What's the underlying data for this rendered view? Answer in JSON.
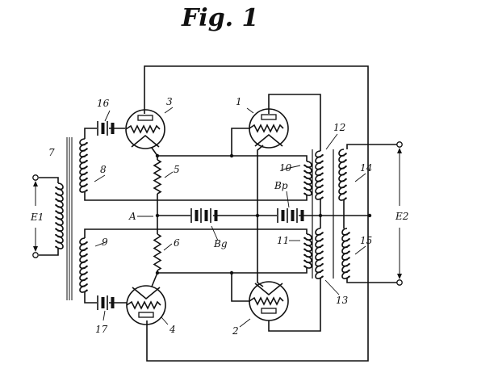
{
  "title": "Fig. 1",
  "labels": {
    "tube_1": "1",
    "tube_2": "2",
    "tube_3": "3",
    "tube_4": "4",
    "resistor_5": "5",
    "resistor_6": "6",
    "transformer_7": "7",
    "coil_8": "8",
    "coil_9": "9",
    "coil_10": "10",
    "coil_11": "11",
    "coil_12": "12",
    "coil_13": "13",
    "coil_14": "14",
    "coil_15": "15",
    "battery_16": "16",
    "battery_17": "17",
    "node_a": "A",
    "battery_bg": "Bg",
    "battery_bp": "Bp",
    "input_e1": "E1",
    "output_e2": "E2"
  }
}
